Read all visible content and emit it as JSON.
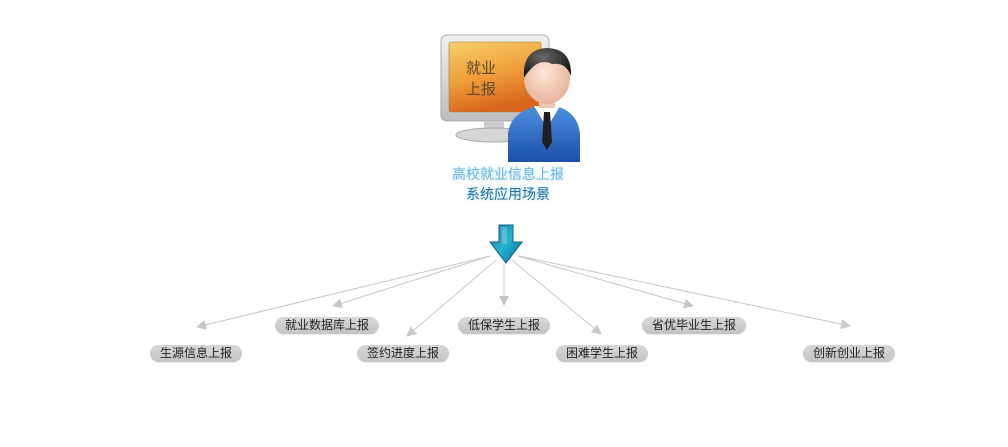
{
  "hero": {
    "monitor_label_line1": "就业",
    "monitor_label_line2": "上报",
    "title_line1": "高校就业信息上报",
    "title_line2": "系统应用场景"
  },
  "targets": [
    {
      "id": "shengyuan",
      "label": "生源信息上报"
    },
    {
      "id": "jiuye-db",
      "label": "就业数据库上报"
    },
    {
      "id": "qianyue",
      "label": "签约进度上报"
    },
    {
      "id": "dibao",
      "label": "低保学生上报"
    },
    {
      "id": "kunnan",
      "label": "困难学生上报"
    },
    {
      "id": "shengyou",
      "label": "省优毕业生上报"
    },
    {
      "id": "chuangxin",
      "label": "创新创业上报"
    }
  ],
  "colors": {
    "arrow_main": "#1a9ab8",
    "connector_lines": "#c8c8c8",
    "pill_bg": "#cfcfcf",
    "title_light": "#6ab7df",
    "title_dark": "#1d6f9f"
  },
  "icons": {
    "hero": "person-at-monitor-icon",
    "flow": "down-arrow-icon"
  }
}
